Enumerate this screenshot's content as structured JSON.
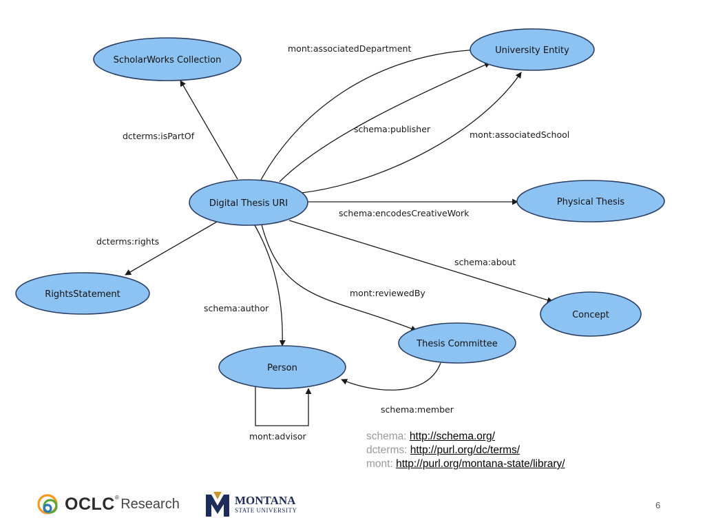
{
  "diagram": {
    "nodes": {
      "digital_thesis": "Digital Thesis URI",
      "scholarworks": "ScholarWorks Collection",
      "university": "University Entity",
      "physical_thesis": "Physical Thesis",
      "rights": "RightsStatement",
      "concept": "Concept",
      "committee": "Thesis Committee",
      "person": "Person"
    },
    "edges": {
      "is_part_of": "dcterms:isPartOf",
      "associated_department": "mont:associatedDepartment",
      "publisher": "schema:publisher",
      "associated_school": "mont:associatedSchool",
      "encodes_creative_work": "schema:encodesCreativeWork",
      "rights": "dcterms:rights",
      "about": "schema:about",
      "reviewed_by": "mont:reviewedBy",
      "author": "schema:author",
      "member": "schema:member",
      "advisor": "mont:advisor"
    }
  },
  "namespaces": [
    {
      "prefix": "schema:",
      "url": "http://schema.org/"
    },
    {
      "prefix": "dcterms:",
      "url": "http://purl.org/dc/terms/"
    },
    {
      "prefix": "mont:",
      "url": "http://purl.org/montana-state/library/"
    }
  ],
  "footer": {
    "oclc_wordmark": "OCLC",
    "oclc_registered": "®",
    "oclc_research": "Research",
    "msu_name": "MONTANA",
    "msu_subtitle": "STATE UNIVERSITY",
    "page_number": "6"
  },
  "colors": {
    "node_fill": "#8dc3f2",
    "node_stroke": "#2b3f63",
    "link": "#000000",
    "namespace_prefix": "#9a9a9a",
    "msu_navy": "#1d2c5a",
    "msu_gold": "#c79a2e"
  }
}
